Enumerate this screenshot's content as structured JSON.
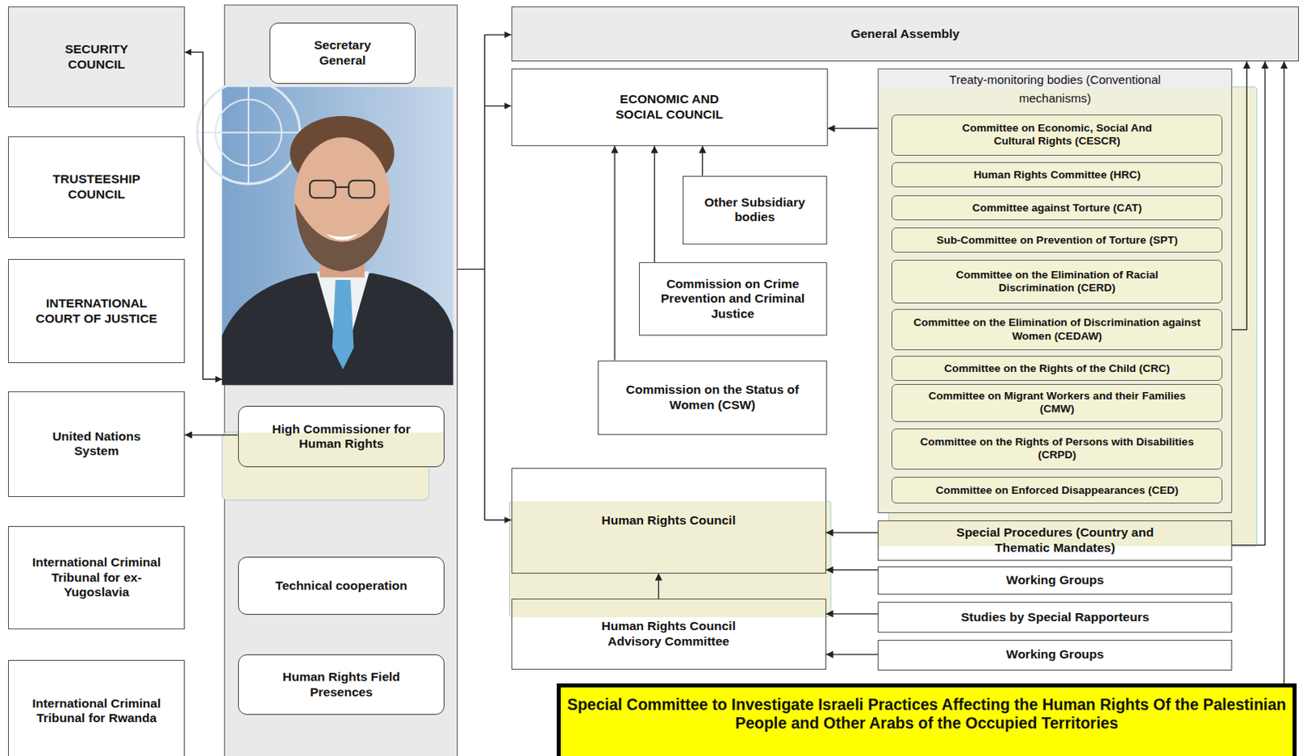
{
  "diagram": {
    "nodes": [
      {
        "text": [
          "SECURITY COUNCIL"
        ]
      },
      {
        "text": [
          "TRUSTEESHIP COUNCIL"
        ]
      },
      {
        "text": [
          "INTERNATIONAL COURT OF JUSTICE"
        ]
      },
      {
        "text": [
          "United Nations System"
        ]
      },
      {
        "text": [
          "International Criminal Tribunal for ex-Yugoslavia"
        ]
      },
      {
        "text": [
          "International Criminal Tribunal for Rwanda"
        ]
      },
      {
        "text": [
          "Secretary General"
        ]
      },
      {
        "text": [
          "High Commissioner for Human Rights"
        ]
      },
      {
        "text": [
          "Technical cooperation"
        ]
      },
      {
        "text": [
          "Human Rights Field Presences"
        ]
      },
      {
        "text": [
          "General Assembly"
        ]
      },
      {
        "text": [
          "ECONOMIC AND SOCIAL COUNCIL"
        ]
      },
      {
        "text": [
          "Other Subsidiary bodies"
        ]
      },
      {
        "text": [
          "Commission on Crime Prevention and Criminal Justice"
        ]
      },
      {
        "text": [
          "Commission on the Status of Women (CSW)"
        ]
      },
      {
        "text": [
          "Treaty-monitoring bodies (Conventional mechanisms)"
        ]
      },
      {
        "text": [
          "Committee on Economic, Social And Cultural Rights (CESCR)"
        ],
        "in": 15
      },
      {
        "text": [
          "Human Rights Committee (HRC)"
        ],
        "in": 15
      },
      {
        "text": [
          "Committee against Torture (CAT)"
        ],
        "in": 15
      },
      {
        "text": [
          "Sub-Committee on Prevention of Torture (SPT)"
        ],
        "in": 15
      },
      {
        "text": [
          "Committee on the Elimination of Racial Discrimination (CERD)"
        ],
        "in": 15
      },
      {
        "text": [
          "Committee on the Elimination of Discrimination against Women (CEDAW)"
        ],
        "in": 15
      },
      {
        "text": [
          "Committee on the Rights of the Child (CRC)"
        ],
        "in": 15
      },
      {
        "text": [
          "Committee on Migrant Workers and their Families (CMW)"
        ],
        "in": 15
      },
      {
        "text": [
          "Committee on the Rights of Persons with Disabilities (CRPD)"
        ],
        "in": 15
      },
      {
        "text": [
          "Committee on Enforced Disappearances (CED)"
        ],
        "in": 15
      },
      {
        "text": [
          "Human Rights Council"
        ]
      },
      {
        "text": [
          "Human Rights Council Advisory Committee"
        ]
      },
      {
        "text": [
          "Special Procedures (Country and Thematic Mandates)"
        ]
      },
      {
        "text": [
          "Working Groups"
        ]
      },
      {
        "text": [
          "Studies by Special Rapporteurs"
        ]
      },
      {
        "text": [
          "Working Groups"
        ]
      },
      {
        "text": [
          "Special Committee to Investigate Israeli Practices Affecting the Human Rights Of the Palestinian People and Other Arabs of the Occupied Territories"
        ]
      }
    ],
    "edges": [
      {
        "from": 7,
        "to": 3,
        "arrow": "to"
      },
      {
        "from": 12,
        "to": 11,
        "arrow": "to"
      },
      {
        "from": 13,
        "to": 11,
        "arrow": "to"
      },
      {
        "from": 14,
        "to": 11,
        "arrow": "to"
      },
      {
        "from": 16,
        "to": 11,
        "arrow": "to"
      },
      {
        "from": 15,
        "to": 10,
        "arrow": "to"
      },
      {
        "from": 28,
        "to": 10,
        "arrow": "to"
      },
      {
        "from": 32,
        "to": 10,
        "arrow": "to"
      },
      {
        "from": 28,
        "to": 26,
        "arrow": "to"
      },
      {
        "from": 29,
        "to": 26,
        "arrow": "to"
      },
      {
        "from": 30,
        "to": 27,
        "arrow": "to"
      },
      {
        "from": 31,
        "to": 27,
        "arrow": "to"
      },
      {
        "from": 27,
        "to": 26,
        "arrow": "to"
      }
    ]
  }
}
